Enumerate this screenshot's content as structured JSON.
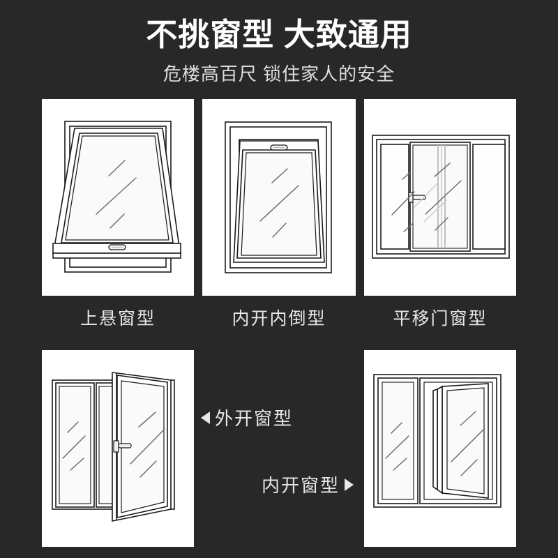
{
  "header": {
    "title": "不挑窗型 大致通用",
    "subtitle": "危楼高百尺 锁住家人的安全"
  },
  "colors": {
    "background": "#282828",
    "card_background": "#ffffff",
    "title_text": "#ffffff",
    "subtitle_text": "#dedede",
    "caption_text": "#e8e8e8",
    "line_stroke": "#1a1a1a",
    "glass_tint": "#fafafa"
  },
  "cards": [
    {
      "id": "card-1",
      "caption": "上悬窗型",
      "illustration": "top-hung-window-outward-opening",
      "caption_position": "below"
    },
    {
      "id": "card-2",
      "caption": "内开内倒型",
      "illustration": "tilt-and-turn-window-inward-tilting",
      "caption_position": "below"
    },
    {
      "id": "card-3",
      "caption": "平移门窗型",
      "illustration": "sliding-door-window-three-panel",
      "caption_position": "below"
    },
    {
      "id": "card-4",
      "caption": "外开窗型",
      "illustration": "casement-window-outward-opening",
      "caption_position": "right",
      "arrow": "triangle-left"
    },
    {
      "id": "card-5",
      "caption": "内开窗型",
      "illustration": "casement-window-inward-opening",
      "caption_position": "left",
      "arrow": "triangle-right"
    }
  ]
}
